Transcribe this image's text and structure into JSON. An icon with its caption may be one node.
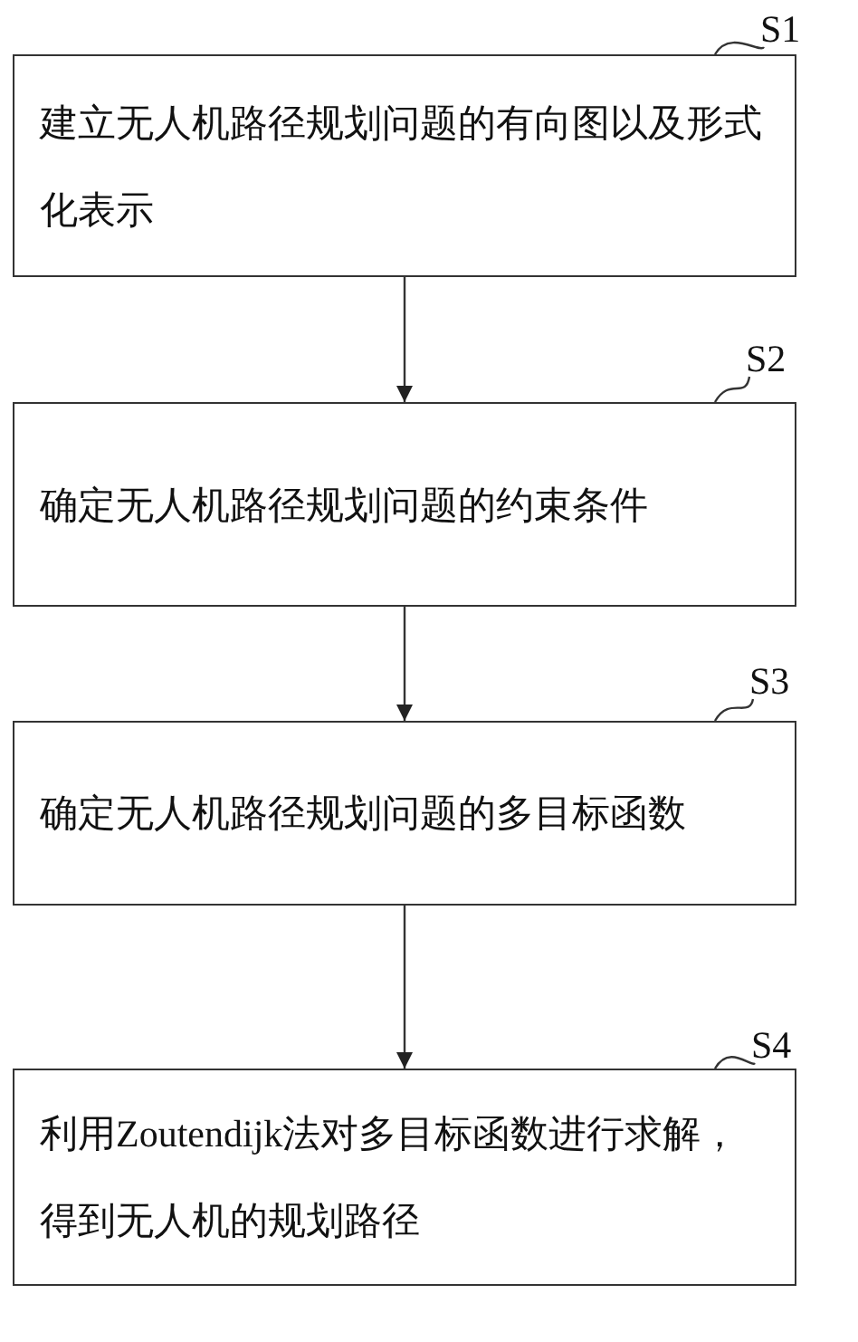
{
  "diagram": {
    "nodes": [
      {
        "text": [
          "建立无人机路径规划问题的有向图以及形式化表示"
        ]
      },
      {
        "text": [
          "确定无人机路径规划问题的约束条件"
        ]
      },
      {
        "text": [
          "确定无人机路径规划问题的多目标函数"
        ]
      },
      {
        "text": [
          "利用Zoutendijk法对多目标函数进行求解，得到无人机的规划路径"
        ]
      },
      {
        "text": [
          "S1"
        ]
      },
      {
        "text": [
          "S2"
        ]
      },
      {
        "text": [
          "S3"
        ]
      },
      {
        "text": [
          "S4"
        ]
      }
    ],
    "edges": [
      {
        "from": 0,
        "to": 1,
        "arrow": "to"
      },
      {
        "from": 1,
        "to": 2,
        "arrow": "to"
      },
      {
        "from": 2,
        "to": 3,
        "arrow": "to"
      },
      {
        "from": 4,
        "to": 0,
        "arrow": "none"
      },
      {
        "from": 5,
        "to": 1,
        "arrow": "none"
      },
      {
        "from": 6,
        "to": 2,
        "arrow": "none"
      },
      {
        "from": 7,
        "to": 3,
        "arrow": "none"
      }
    ]
  }
}
